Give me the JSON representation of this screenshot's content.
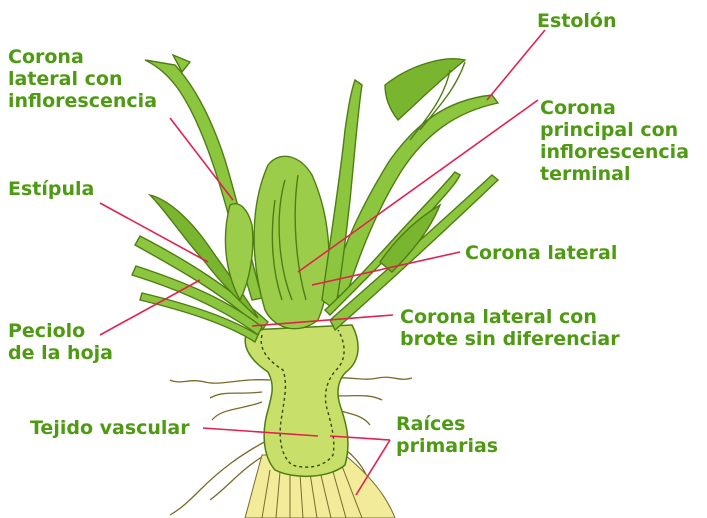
{
  "colors": {
    "label_text": "#4e9a12",
    "leader_line": "#e2214f",
    "leaf_fill": "#8cc63f",
    "leaf_dark": "#4f7d14",
    "crown_fill": "#c8e06a",
    "root_fill": "#f2ec9a"
  },
  "labels": {
    "estolon": [
      "Estolón"
    ],
    "corona_lateral_inflorescencia": [
      "Corona",
      "lateral con",
      "inflorescencia"
    ],
    "corona_principal": [
      "Corona",
      "principal con",
      "inflorescencia",
      "terminal"
    ],
    "estipula": [
      "Estípula"
    ],
    "corona_lateral": [
      "Corona lateral"
    ],
    "peciolo": [
      "Peciolo",
      "de la hoja"
    ],
    "corona_lateral_brote": [
      "Corona lateral con",
      "brote sin diferenciar"
    ],
    "tejido_vascular": [
      "Tejido vascular"
    ],
    "raices_primarias": [
      "Raíces",
      "primarias"
    ]
  }
}
